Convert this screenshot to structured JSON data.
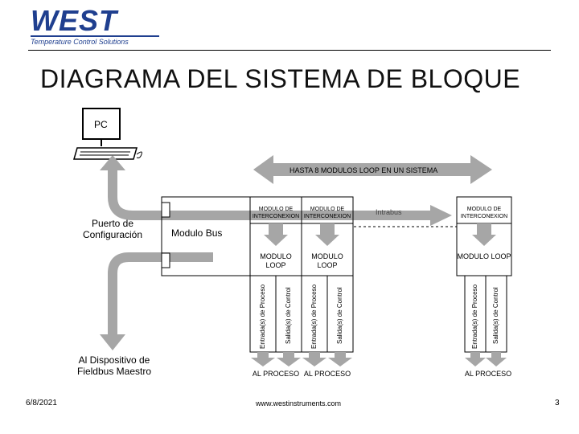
{
  "logo": {
    "wordmark": "WEST",
    "tagline": "Temperature Control Solutions"
  },
  "title": "DIAGRAMA DEL SISTEMA DE BLOQUE",
  "pc_label": "PC",
  "banner": "HASTA 8 MODULOS LOOP EN UN SISTEMA",
  "intrabus": "Intrabus",
  "config_port": "Puerto de Configuración",
  "module_bus": "Modulo Bus",
  "fieldbus_master": "Al Dispositivo de Fieldbus Maestro",
  "modules": [
    {
      "interconnect": "MODULO DE INTERCONEXION",
      "loop": "MODULO LOOP",
      "inputs": "Entrada(s) de Proceso",
      "outputs": "Salida(s) de Control",
      "process": "AL PROCESO"
    },
    {
      "interconnect": "MODULO DE INTERCONEXION",
      "loop": "MODULO LOOP",
      "inputs": "Entrada(s) de Proceso",
      "outputs": "Salida(s) de Control",
      "process": "AL PROCESO"
    },
    {
      "interconnect": "MODULO DE INTERCONEXION",
      "loop": "MODULO LOOP",
      "inputs": "Entrada(s) de Proceso",
      "outputs": "Salida(s) de Control",
      "process": "AL PROCESO"
    }
  ],
  "footer": {
    "date": "6/8/2021",
    "url": "www.westinstruments.com",
    "page": "3"
  },
  "colors": {
    "brand": "#1f3f8f",
    "arrow_gray": "#a6a6a6"
  }
}
